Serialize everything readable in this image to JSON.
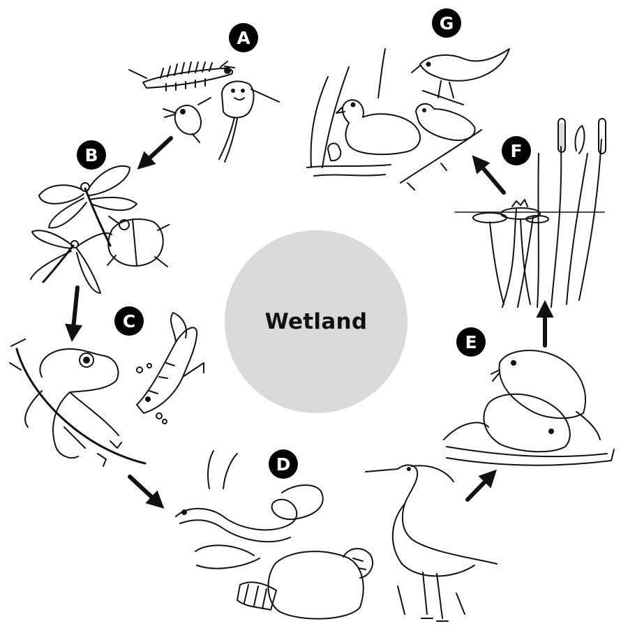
{
  "diagram": {
    "center_label": "Wetland",
    "colors": {
      "circle_fill": "#d9d9d9",
      "ink": "#111111",
      "badge_fill": "#000000"
    },
    "stages": [
      {
        "id": "A",
        "label": "A",
        "depicts": [
          "insect-larva-icon",
          "water-flea-icon",
          "tadpole-shrimp-icon"
        ]
      },
      {
        "id": "B",
        "label": "B",
        "depicts": [
          "dragonfly-icon",
          "damselfly-icon",
          "water-beetle-icon"
        ]
      },
      {
        "id": "C",
        "label": "C",
        "depicts": [
          "tree-frog-icon",
          "fish-icon"
        ]
      },
      {
        "id": "D",
        "label": "D",
        "depicts": [
          "snake-icon",
          "raccoon-icon",
          "heron-icon"
        ]
      },
      {
        "id": "E",
        "label": "E",
        "depicts": [
          "beaver-icon"
        ]
      },
      {
        "id": "F",
        "label": "F",
        "depicts": [
          "cattail-icon",
          "water-lily-icon"
        ]
      },
      {
        "id": "G",
        "label": "G",
        "depicts": [
          "duck-icon",
          "songbird-icon"
        ]
      }
    ]
  }
}
